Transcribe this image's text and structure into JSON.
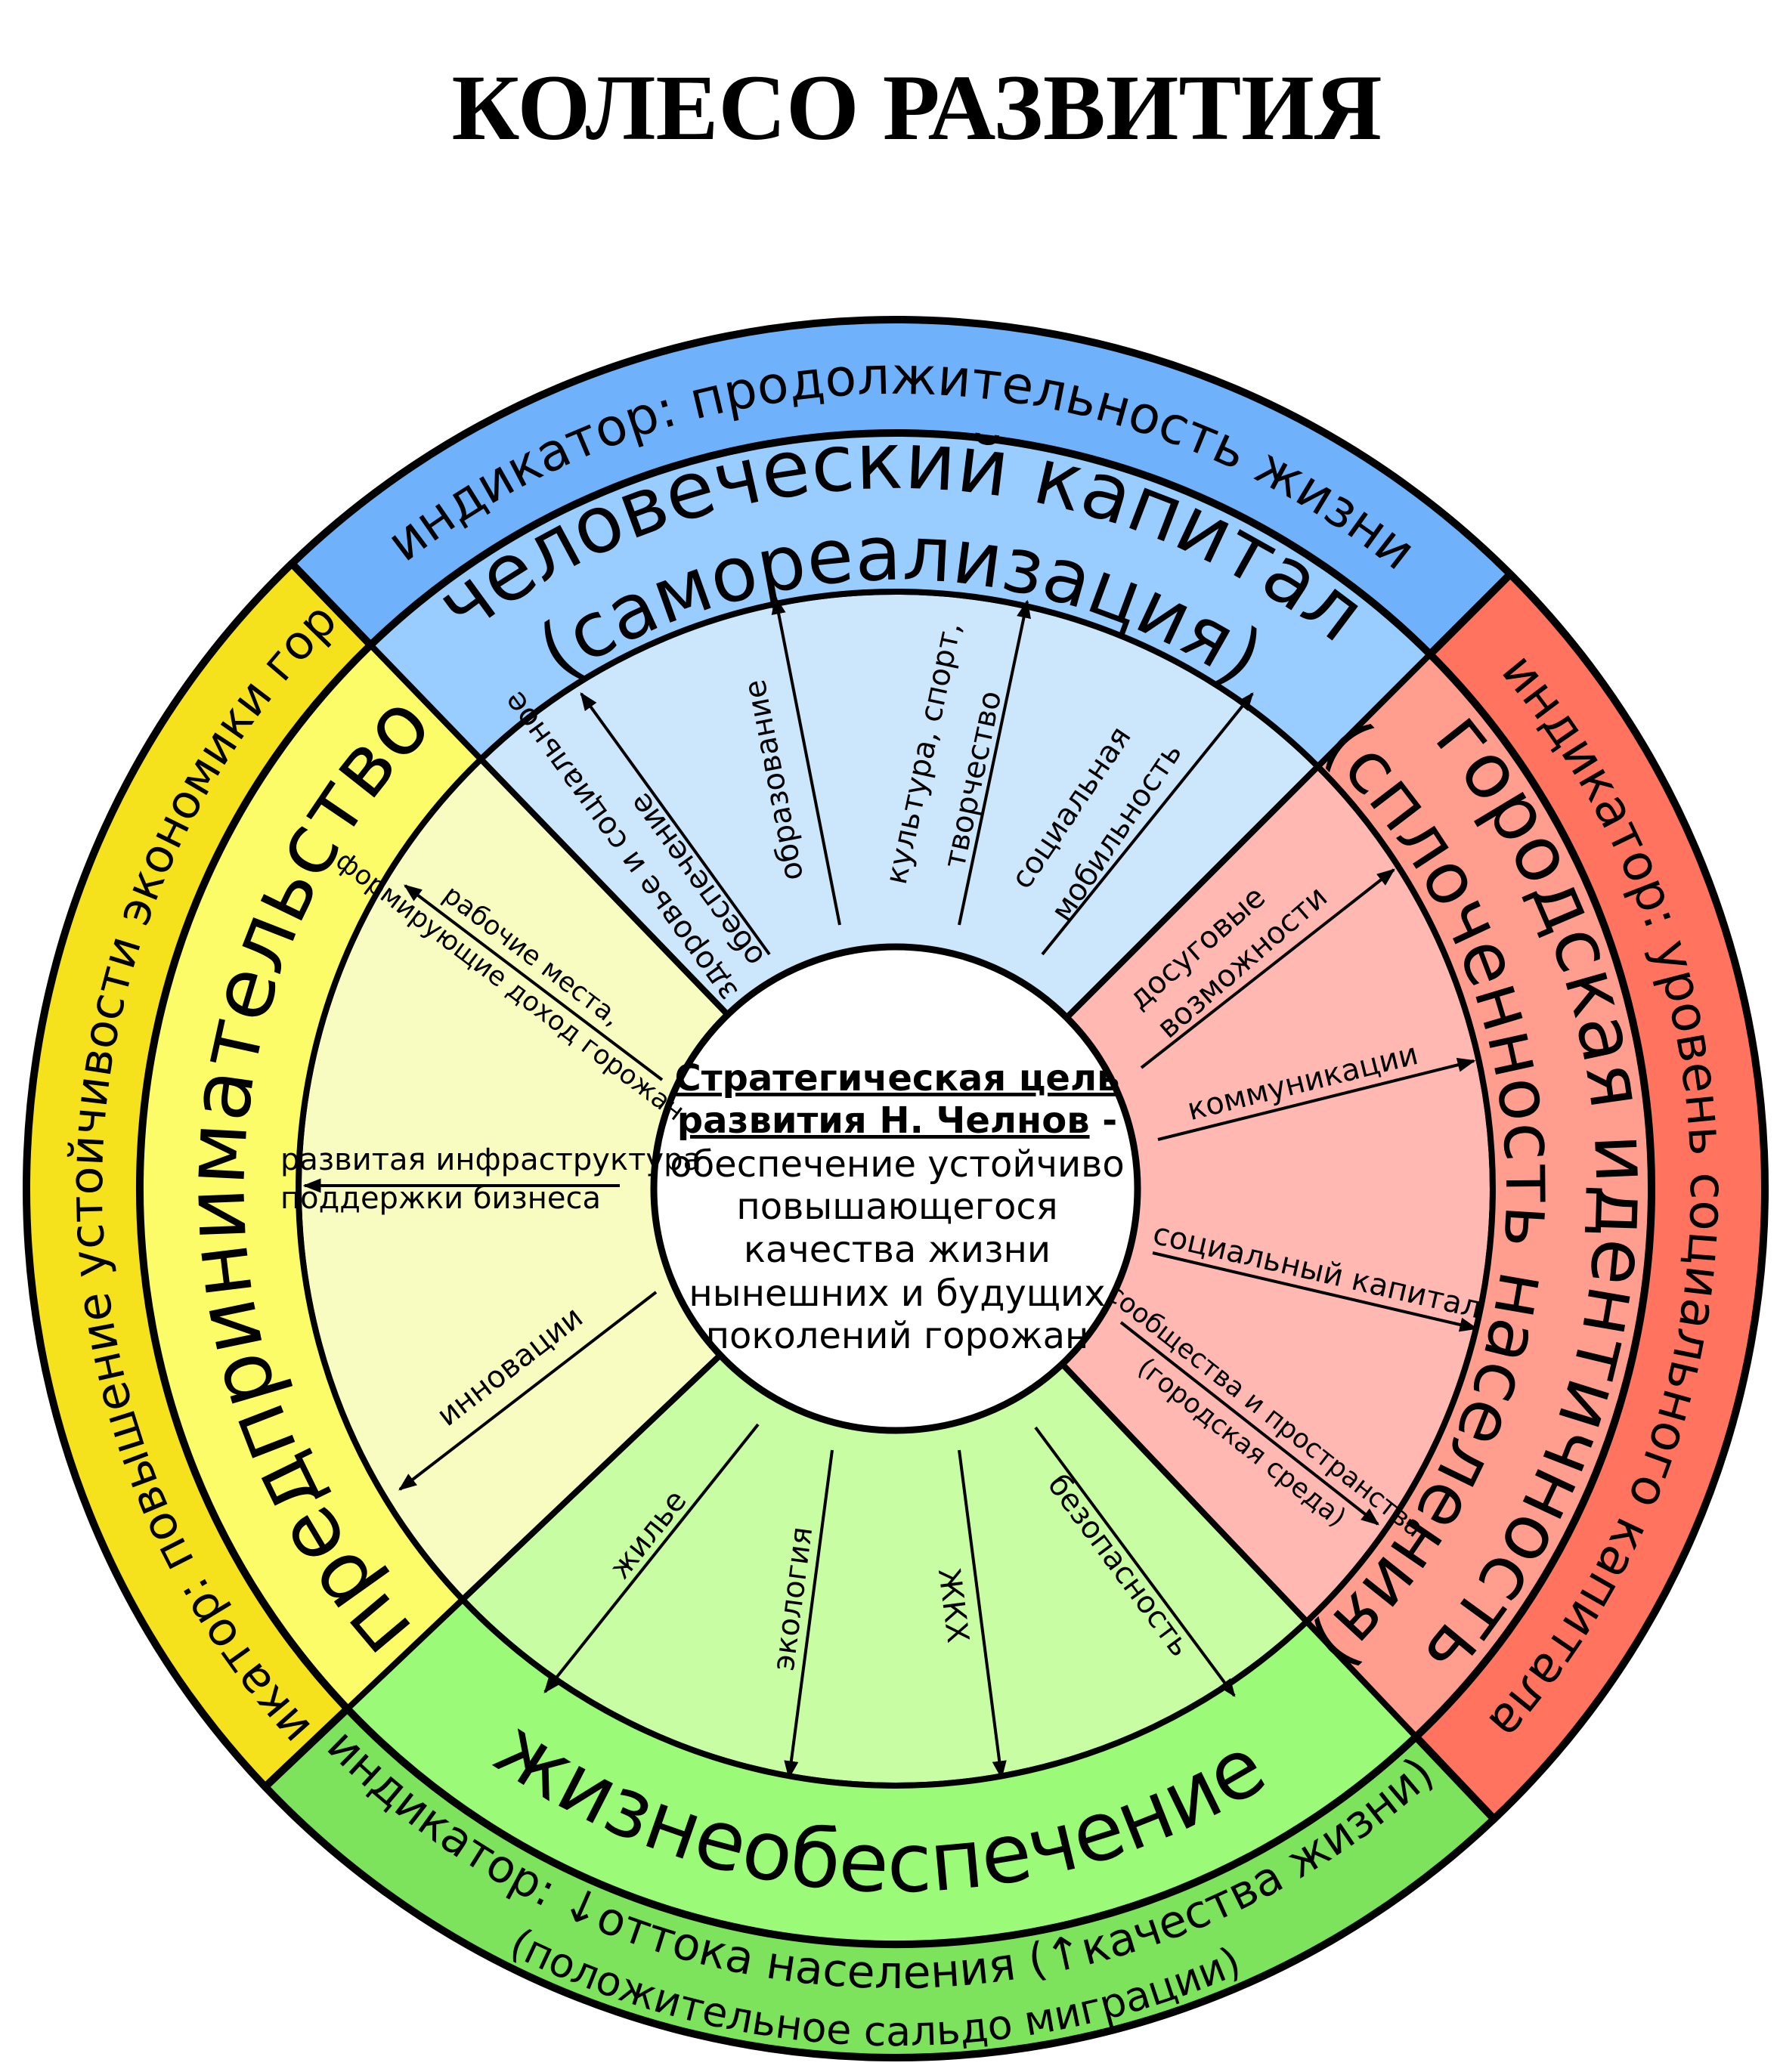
{
  "title": "КОЛЕСО РАЗВИТИЯ",
  "center": {
    "heading_line1": "Стратегическая цель",
    "heading_line2": "развития Н. Челнов",
    "dash": " -",
    "lines": [
      "обеспечение устойчиво",
      "повышающегося",
      "качества жизни",
      "нынешних и будущих",
      "поколений горожан"
    ]
  },
  "sectors": {
    "human_capital": {
      "colors": {
        "outer": "#6fb2fb",
        "middle": "#99ccff",
        "inner": "#cce6fc"
      },
      "indicator": "индикатор: продолжительность жизни",
      "title_line1": "человеческий капитал",
      "title_line2": "(самореализация)",
      "factors": {
        "health": [
          "здоровье и социальное",
          "обеспечение"
        ],
        "education": "образование",
        "culture": [
          "культура, спорт,",
          "творчество"
        ],
        "mobility": [
          "социальная",
          "мобильность"
        ]
      }
    },
    "urban_identity": {
      "colors": {
        "outer": "#ff735f",
        "middle": "#ff9e8e",
        "inner": "#ffb8b2"
      },
      "indicator": "индикатор: уровень социального капитала",
      "title_line1": "городская идентичность",
      "title_line2": "(сплоченность населения)",
      "factors": {
        "leisure": [
          "досуговые",
          "возможности"
        ],
        "communications": "коммуникации",
        "social_capital": "социальный капитал",
        "communities": [
          "сообщества и пространства",
          "(городская среда)"
        ]
      }
    },
    "life_support": {
      "colors": {
        "outer": "#7de35c",
        "middle": "#9bfa78",
        "inner": "#c9fda3"
      },
      "indicator_line1": "индикатор: ↓оттока населения (↑качества жизни)",
      "indicator_line2": "(положительное сальдо миграции)",
      "title": "жизнеобеспечение",
      "factors": {
        "housing": "жилье",
        "ecology": "экология",
        "utilities": "ЖКХ",
        "safety": "безопасность"
      }
    },
    "entrepreneurship": {
      "colors": {
        "outer": "#f6e21c",
        "middle": "#fcfc69",
        "inner": "#f9fcc0"
      },
      "indicator": "индикатор: повышение устойчивости экономики города",
      "title": "предпринимательство",
      "factors": {
        "jobs": [
          "рабочие места,",
          "формирующие доход горожан"
        ],
        "infrastructure": [
          "развитая инфраструктура",
          "поддержки бизнеса"
        ],
        "innovation": "инновации"
      }
    }
  }
}
